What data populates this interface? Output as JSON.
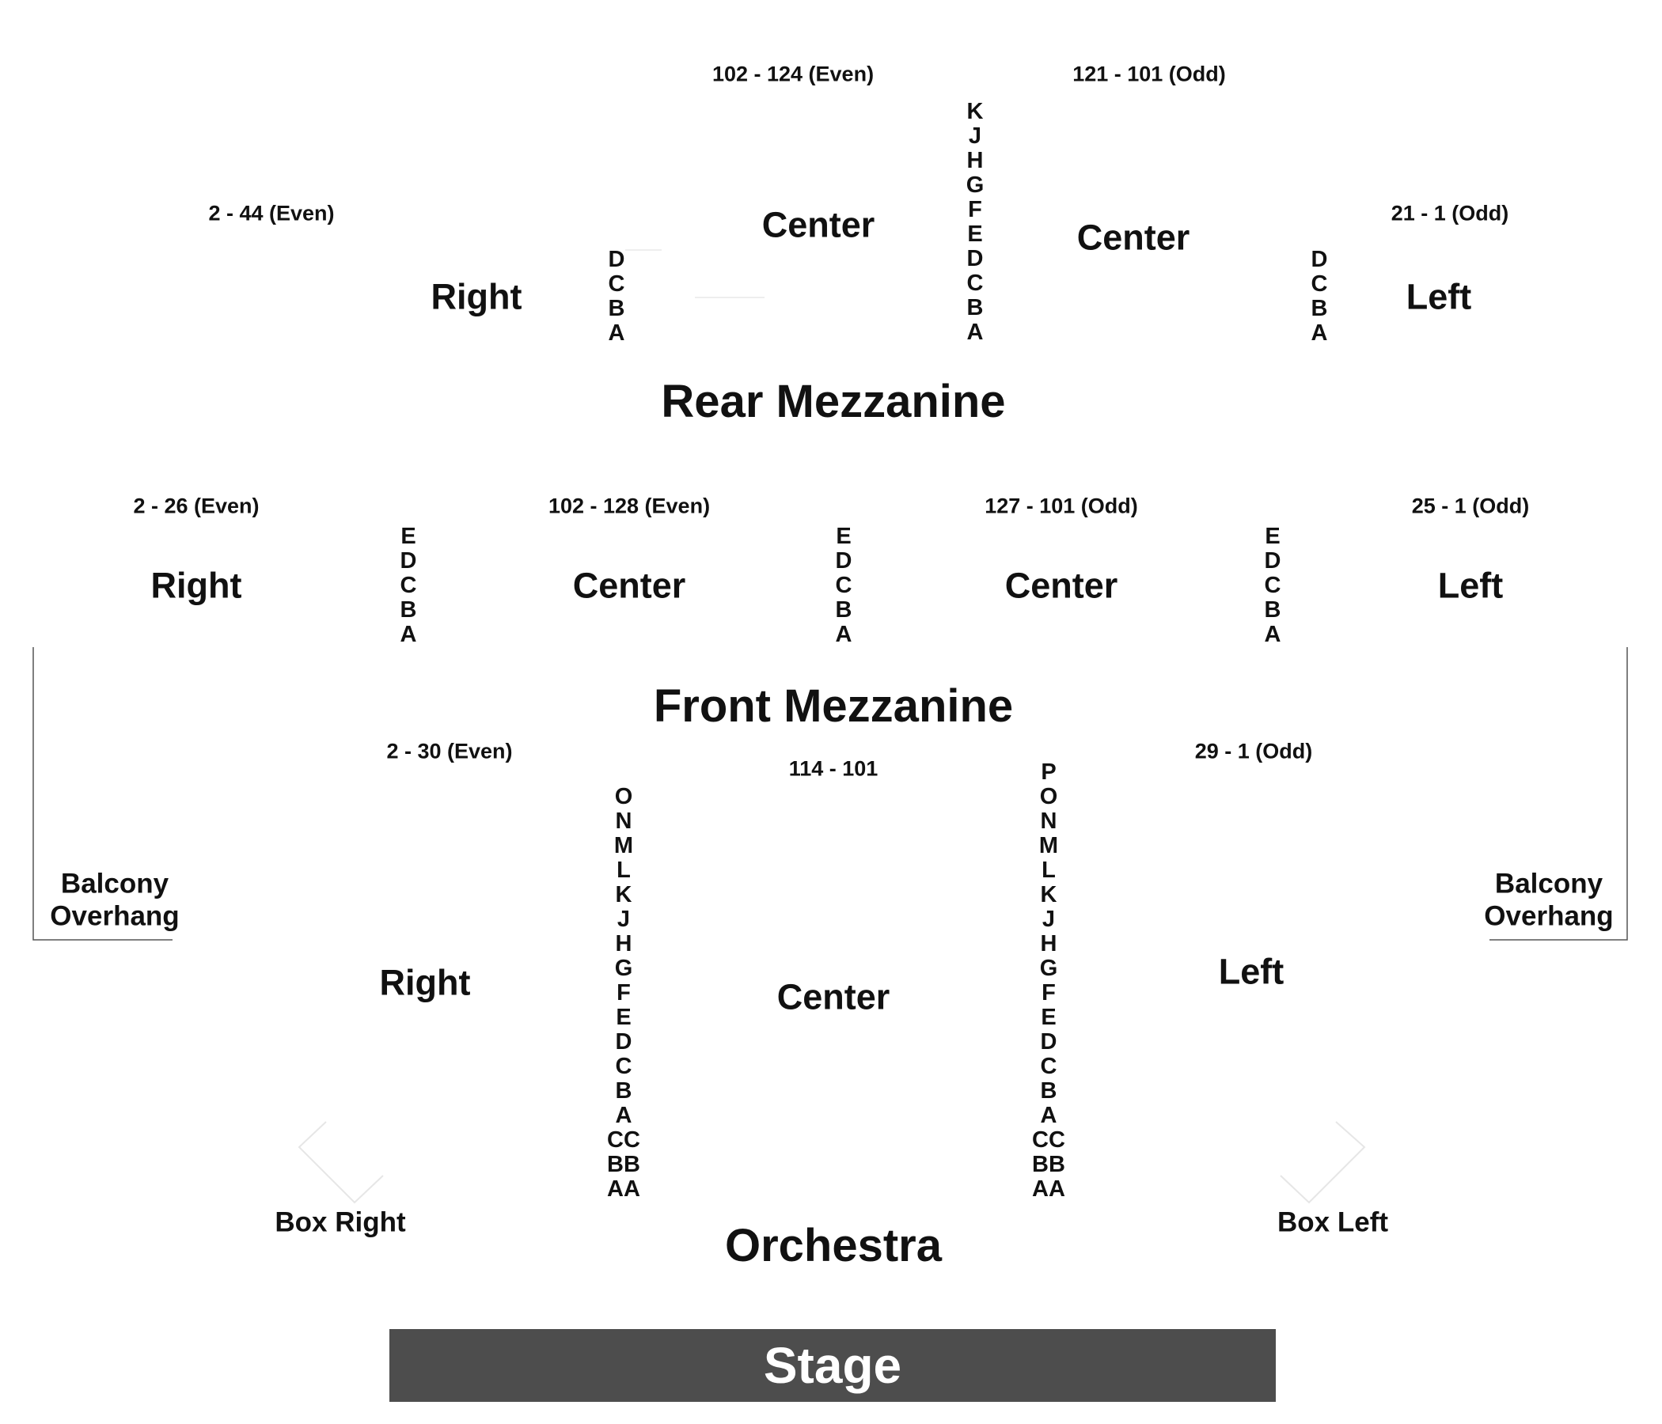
{
  "rear_mezzanine": {
    "title": "Rear Mezzanine",
    "right": {
      "name": "Right",
      "range": "2 - 44 (Even)",
      "rows": [
        "D",
        "C",
        "B",
        "A"
      ]
    },
    "center_right": {
      "name": "Center",
      "range": "102 - 124 (Even)"
    },
    "center_rows": [
      "K",
      "J",
      "H",
      "G",
      "F",
      "E",
      "D",
      "C",
      "B",
      "A"
    ],
    "center_left": {
      "name": "Center",
      "range": "121 - 101 (Odd)"
    },
    "left": {
      "name": "Left",
      "range": "21 - 1 (Odd)",
      "rows": [
        "D",
        "C",
        "B",
        "A"
      ]
    }
  },
  "front_mezzanine": {
    "title": "Front Mezzanine",
    "right": {
      "name": "Right",
      "range": "2 - 26 (Even)"
    },
    "center_right": {
      "name": "Center",
      "range": "102 - 128 (Even)"
    },
    "center_left": {
      "name": "Center",
      "range": "127 - 101 (Odd)"
    },
    "left": {
      "name": "Left",
      "range": "25 - 1 (Odd)"
    },
    "rows_a": [
      "E",
      "D",
      "C",
      "B",
      "A"
    ],
    "rows_b": [
      "E",
      "D",
      "C",
      "B",
      "A"
    ],
    "rows_c": [
      "E",
      "D",
      "C",
      "B",
      "A"
    ]
  },
  "orchestra": {
    "title": "Orchestra",
    "right": {
      "name": "Right",
      "range": "2 - 30 (Even)"
    },
    "center": {
      "name": "Center",
      "range": "114 - 101"
    },
    "left": {
      "name": "Left",
      "range": "29 - 1 (Odd)"
    },
    "rows_right_aisle": [
      "O",
      "N",
      "M",
      "L",
      "K",
      "J",
      "H",
      "G",
      "F",
      "E",
      "D",
      "C",
      "B",
      "A",
      "CC",
      "BB",
      "AA"
    ],
    "rows_left_aisle": [
      "P",
      "O",
      "N",
      "M",
      "L",
      "K",
      "J",
      "H",
      "G",
      "F",
      "E",
      "D",
      "C",
      "B",
      "A",
      "CC",
      "BB",
      "AA"
    ],
    "box_right": "Box Right",
    "box_left": "Box Left",
    "balcony_overhang_right": [
      "Balcony",
      "Overhang"
    ],
    "balcony_overhang_left": [
      "Balcony",
      "Overhang"
    ]
  },
  "stage": "Stage",
  "colors": {
    "stage_fill": "#4d4d4d",
    "stage_text": "#ffffff",
    "text": "#111111",
    "line": "#555555"
  }
}
